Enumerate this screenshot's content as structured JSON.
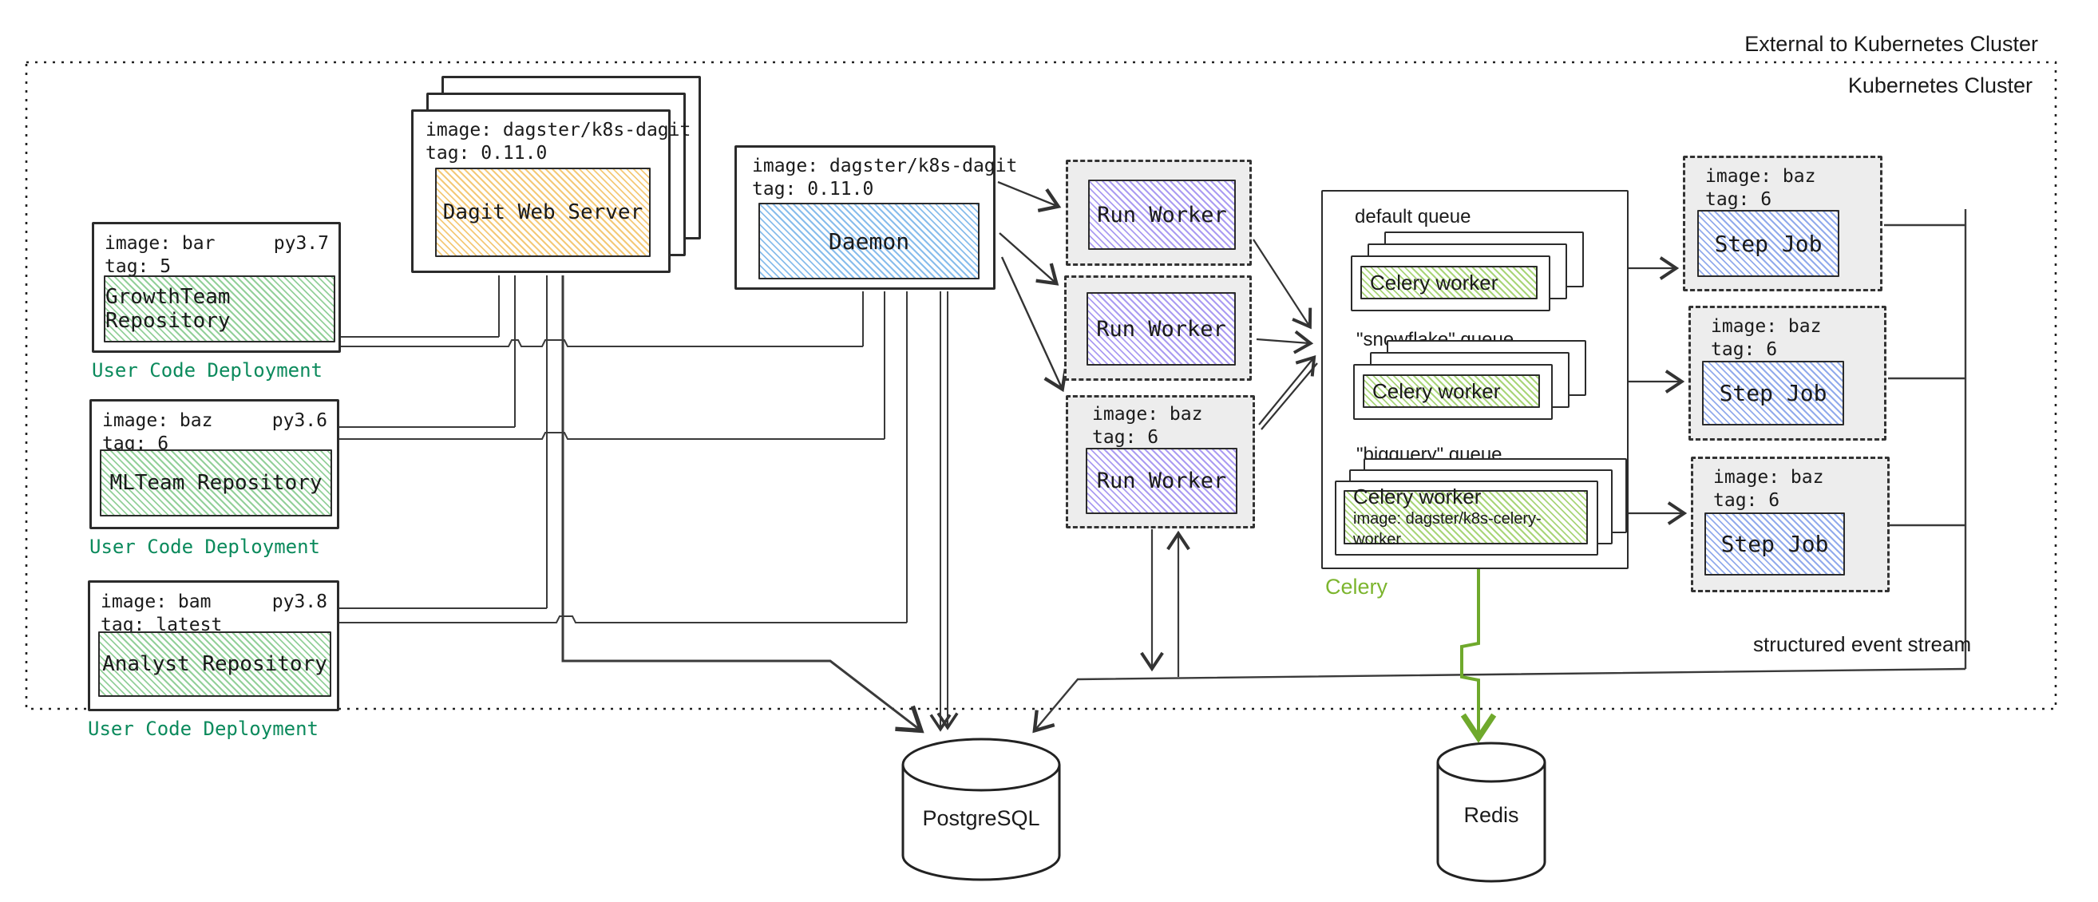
{
  "labels": {
    "external": "External to Kubernetes Cluster",
    "cluster": "Kubernetes Cluster",
    "event_stream": "structured event stream"
  },
  "user_code_deployments": [
    {
      "image": "image: bar",
      "py": "py3.7",
      "tag": "tag: 5",
      "repo": "GrowthTeam Repository",
      "caption": "User Code Deployment"
    },
    {
      "image": "image: baz",
      "py": "py3.6",
      "tag": "tag: 6",
      "repo": "MLTeam Repository",
      "caption": "User Code Deployment"
    },
    {
      "image": "image: bam",
      "py": "py3.8",
      "tag": "tag: latest",
      "repo": "Analyst Repository",
      "caption": "User Code Deployment"
    }
  ],
  "dagit": {
    "image": "image: dagster/k8s-dagit",
    "tag": "tag: 0.11.0",
    "label": "Dagit Web Server"
  },
  "daemon": {
    "image": "image: dagster/k8s-dagit",
    "tag": "tag: 0.11.0",
    "label": "Daemon"
  },
  "run_workers": [
    {
      "label": "Run Worker"
    },
    {
      "label": "Run Worker"
    },
    {
      "image": "image: baz",
      "tag": "tag: 6",
      "label": "Run Worker"
    }
  ],
  "celery": {
    "caption": "Celery",
    "queues": [
      {
        "name": "default queue",
        "worker": "Celery worker"
      },
      {
        "name": "\"snowflake\" queue",
        "worker": "Celery worker"
      },
      {
        "name": "\"bigquery\" queue",
        "worker": "Celery worker",
        "worker_image": "image: dagster/k8s-celery-worker"
      }
    ]
  },
  "step_jobs": [
    {
      "image": "image: baz",
      "tag": "tag: 6",
      "label": "Step Job"
    },
    {
      "image": "image: baz",
      "tag": "tag: 6",
      "label": "Step Job"
    },
    {
      "image": "image: baz",
      "tag": "tag: 6",
      "label": "Step Job"
    }
  ],
  "databases": {
    "postgres": {
      "label": "PostgreSQL"
    },
    "redis": {
      "label": "Redis"
    }
  },
  "colors": {
    "user_caption_green": "#0b8a5c",
    "celery_green": "#7cb52e",
    "arrow_green": "#6fa92c",
    "repo_hatch_green": "#93d09a",
    "dagit_hatch_orange": "#f4c977",
    "daemon_hatch_blue": "#88bdec",
    "run_worker_hatch_purple": "#ab9cf2",
    "step_job_hatch_periwinkle": "#92abec",
    "celery_worker_hatch_lime": "#a9d578",
    "line_black": "#333333"
  }
}
